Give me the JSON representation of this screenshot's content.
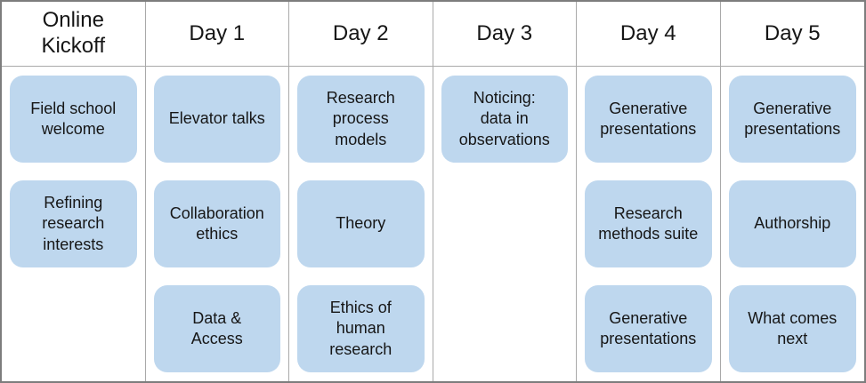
{
  "schedule": {
    "columns": [
      {
        "header": "Online\nKickoff",
        "sessions": [
          "Field school\nwelcome",
          "Refining\nresearch\ninterests"
        ]
      },
      {
        "header": "Day 1",
        "sessions": [
          "Elevator talks",
          "Collaboration\nethics",
          "Data &\nAccess"
        ]
      },
      {
        "header": "Day 2",
        "sessions": [
          "Research\nprocess\nmodels",
          "Theory",
          "Ethics of\nhuman\nresearch"
        ]
      },
      {
        "header": "Day 3",
        "sessions": [
          "Noticing:\ndata in\nobservations"
        ]
      },
      {
        "header": "Day 4",
        "sessions": [
          "Generative\npresentations",
          "Research\nmethods suite",
          "Generative\npresentations"
        ]
      },
      {
        "header": "Day 5",
        "sessions": [
          "Generative\npresentations",
          "Authorship",
          "What comes\nnext"
        ]
      }
    ]
  },
  "colors": {
    "card_fill": "#bed7ee",
    "grid_line": "#a9a9a9",
    "outer_border": "#7d7d7d",
    "text": "#161616",
    "background": "#ffffff"
  }
}
